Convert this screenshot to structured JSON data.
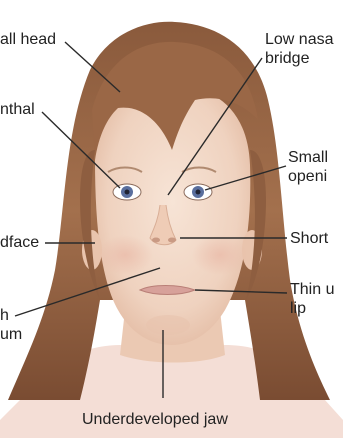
{
  "labels": {
    "small_head": "all head",
    "low_nasal_bridge": [
      "Low nasa",
      "bridge"
    ],
    "epicanthal": "nthal",
    "small_opening": [
      "Small",
      "openi"
    ],
    "midface": "dface",
    "short_nose": "Short",
    "philtrum": [
      "h",
      "um"
    ],
    "thin_lip": [
      "Thin u",
      "lip"
    ],
    "underdeveloped_jaw": "Underdeveloped jaw"
  }
}
